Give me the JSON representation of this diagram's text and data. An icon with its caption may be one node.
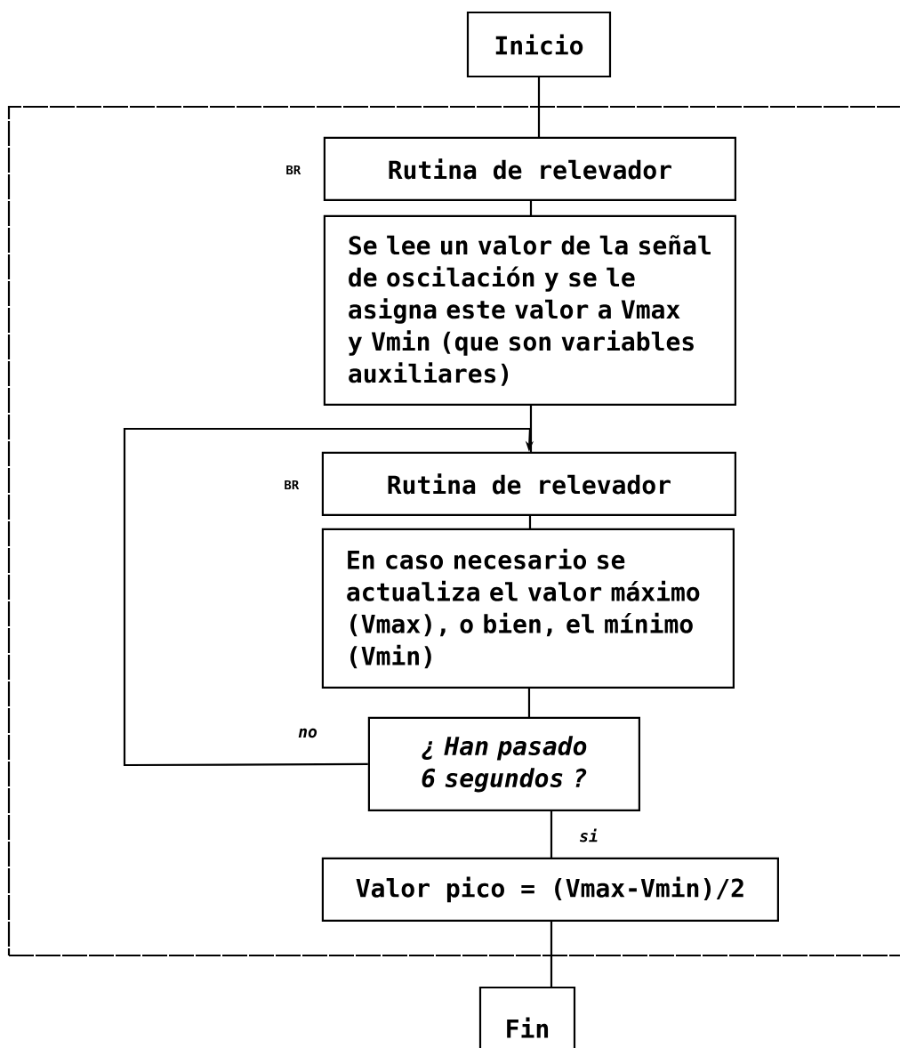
{
  "diagram": {
    "nodes": [
      {
        "text": [
          "Inicio"
        ]
      },
      {
        "text": [],
        "shape": "box"
      },
      {
        "text": [
          "Rutina de relevador"
        ],
        "beside": [
          "BR"
        ],
        "in": 1
      },
      {
        "text": [
          "Se lee un valor de la señal de oscilación y se le asigna este valor a Vmax y Vmin (que son variables auxiliares)"
        ],
        "in": 1
      },
      {
        "text": [
          "Rutina de relevador"
        ],
        "beside": [
          "BR"
        ],
        "in": 1
      },
      {
        "text": [
          "En caso necesario se actualiza el valor máximo (Vmax), o bien, el mínimo (Vmin)"
        ],
        "in": 1
      },
      {
        "text": [
          "¿ Han pasado 6 segundos ?"
        ],
        "in": 1
      },
      {
        "text": [
          "Valor pico = (Vmax-Vmin)/2"
        ],
        "in": 1
      },
      {
        "text": [
          "Fin"
        ]
      }
    ],
    "edges": [
      {
        "from": 0,
        "to": 2,
        "arrow": "none"
      },
      {
        "from": 2,
        "to": 3,
        "arrow": "none"
      },
      {
        "from": 3,
        "to": 4,
        "arrow": "none"
      },
      {
        "from": 4,
        "to": 5,
        "arrow": "none"
      },
      {
        "from": 5,
        "to": 6,
        "arrow": "none"
      },
      {
        "from": 6,
        "to": 4,
        "arrow": "to",
        "label": "no"
      },
      {
        "from": 6,
        "to": 7,
        "arrow": "none",
        "label": "si"
      },
      {
        "from": 7,
        "to": 8,
        "arrow": "none"
      }
    ]
  }
}
